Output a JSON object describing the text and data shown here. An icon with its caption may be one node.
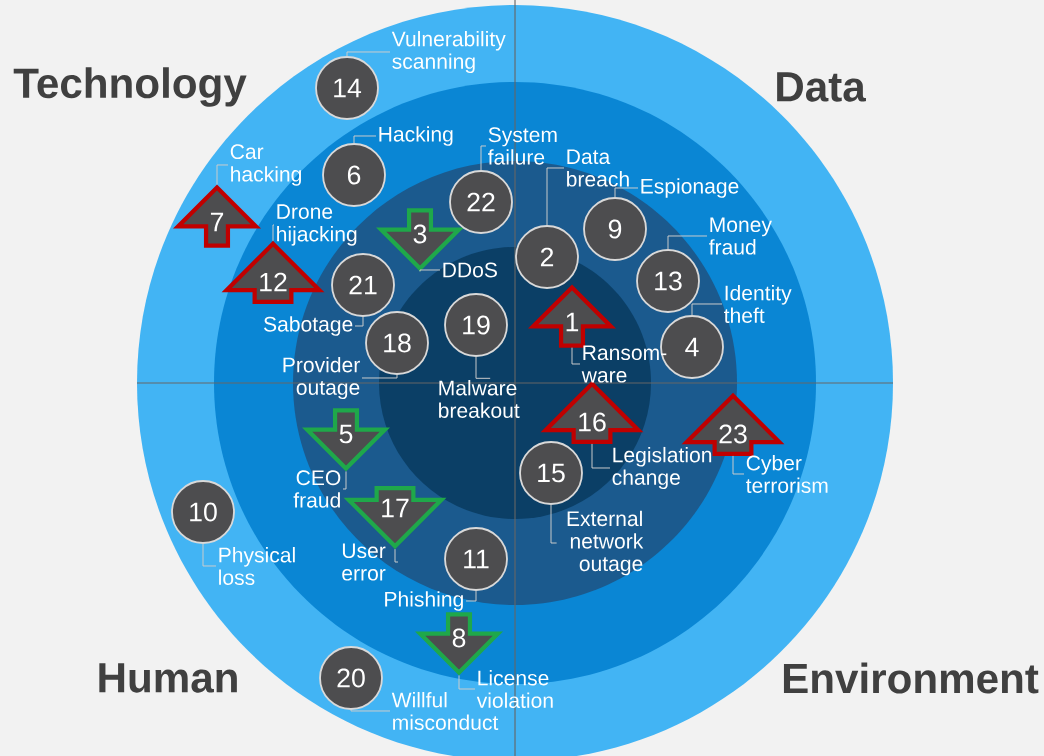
{
  "diagram": {
    "nodes": [
      {
        "text": [
          "1"
        ]
      },
      {
        "text": [
          "2"
        ]
      },
      {
        "text": [
          "3"
        ]
      },
      {
        "text": [
          "4"
        ]
      },
      {
        "text": [
          "5"
        ]
      },
      {
        "text": [
          "6"
        ]
      },
      {
        "text": [
          "7"
        ]
      },
      {
        "text": [
          "8"
        ]
      },
      {
        "text": [
          "9"
        ]
      },
      {
        "text": [
          "10"
        ]
      },
      {
        "text": [
          "11"
        ]
      },
      {
        "text": [
          "12"
        ]
      },
      {
        "text": [
          "13"
        ]
      },
      {
        "text": [
          "14"
        ]
      },
      {
        "text": [
          "15"
        ]
      },
      {
        "text": [
          "16"
        ]
      },
      {
        "text": [
          "17"
        ]
      },
      {
        "text": [
          "18"
        ]
      },
      {
        "text": [
          "19"
        ]
      },
      {
        "text": [
          "20"
        ]
      },
      {
        "text": [
          "21"
        ]
      },
      {
        "text": [
          "22"
        ]
      },
      {
        "text": [
          "23"
        ]
      },
      {
        "text": [
          "Ransom-ware"
        ]
      },
      {
        "text": [
          "Data breach"
        ]
      },
      {
        "text": [
          "DDoS"
        ]
      },
      {
        "text": [
          "Identity theft"
        ]
      },
      {
        "text": [
          "CEO fraud"
        ]
      },
      {
        "text": [
          "Hacking"
        ]
      },
      {
        "text": [
          "Car hacking"
        ]
      },
      {
        "text": [
          "License violation"
        ]
      },
      {
        "text": [
          "Espionage"
        ]
      },
      {
        "text": [
          "Physical loss"
        ]
      },
      {
        "text": [
          "Phishing"
        ]
      },
      {
        "text": [
          "Drone hijacking"
        ]
      },
      {
        "text": [
          "Money fraud"
        ]
      },
      {
        "text": [
          "Vulnerability scanning"
        ]
      },
      {
        "text": [
          "External network outage"
        ]
      },
      {
        "text": [
          "Legislation change"
        ]
      },
      {
        "text": [
          "User error"
        ]
      },
      {
        "text": [
          "Provider outage"
        ]
      },
      {
        "text": [
          "Malware breakout"
        ]
      },
      {
        "text": [
          "Willful misconduct"
        ]
      },
      {
        "text": [
          "Sabotage"
        ]
      },
      {
        "text": [
          "System failure"
        ]
      },
      {
        "text": [
          "Cyber terrorism"
        ]
      }
    ],
    "edges": [
      {
        "from": 23,
        "to": 0,
        "arrow": "none"
      },
      {
        "from": 24,
        "to": 1,
        "arrow": "none"
      },
      {
        "from": 25,
        "to": 2,
        "arrow": "none"
      },
      {
        "from": 26,
        "to": 3,
        "arrow": "none"
      },
      {
        "from": 27,
        "to": 4,
        "arrow": "none"
      },
      {
        "from": 28,
        "to": 5,
        "arrow": "none"
      },
      {
        "from": 29,
        "to": 6,
        "arrow": "none"
      },
      {
        "from": 30,
        "to": 7,
        "arrow": "none"
      },
      {
        "from": 31,
        "to": 8,
        "arrow": "none"
      },
      {
        "from": 32,
        "to": 9,
        "arrow": "none"
      },
      {
        "from": 33,
        "to": 10,
        "arrow": "none"
      },
      {
        "from": 34,
        "to": 11,
        "arrow": "none"
      },
      {
        "from": 35,
        "to": 12,
        "arrow": "none"
      },
      {
        "from": 36,
        "to": 13,
        "arrow": "none"
      },
      {
        "from": 37,
        "to": 14,
        "arrow": "none"
      },
      {
        "from": 38,
        "to": 15,
        "arrow": "none"
      },
      {
        "from": 39,
        "to": 16,
        "arrow": "none"
      },
      {
        "from": 40,
        "to": 17,
        "arrow": "none"
      },
      {
        "from": 41,
        "to": 18,
        "arrow": "none"
      },
      {
        "from": 42,
        "to": 19,
        "arrow": "none"
      },
      {
        "from": 43,
        "to": 20,
        "arrow": "none"
      },
      {
        "from": 44,
        "to": 21,
        "arrow": "none"
      },
      {
        "from": 45,
        "to": 22,
        "arrow": "none"
      }
    ],
    "labels": [
      "Technology",
      "Data",
      "Human",
      "Environment"
    ]
  }
}
